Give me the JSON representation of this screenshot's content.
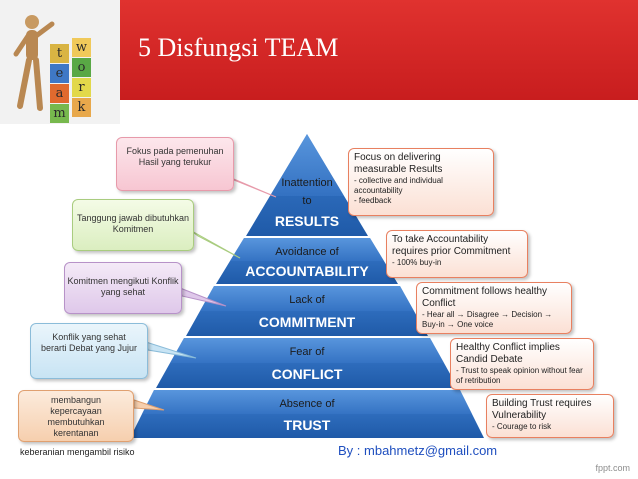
{
  "slide": {
    "title": "5 Disfungsi TEAM",
    "author": "By : mbahmetz@gmail.com",
    "watermark": "fppt.com",
    "bottom_note": "keberanian mengambil risiko"
  },
  "logo_blocks": [
    {
      "letter": "t",
      "color": "#d9b443"
    },
    {
      "letter": "w",
      "color": "#f0c95a"
    },
    {
      "letter": "e",
      "color": "#3f78c6"
    },
    {
      "letter": "o",
      "color": "#59a845"
    },
    {
      "letter": "a",
      "color": "#e06a2e"
    },
    {
      "letter": "r",
      "color": "#e2d84a"
    },
    {
      "letter": "m",
      "color": "#77b84d"
    },
    {
      "letter": "k",
      "color": "#e8a84b"
    }
  ],
  "pyramid": {
    "levels": [
      {
        "top": "Inattention",
        "mid": "to",
        "bottom": "RESULTS"
      },
      {
        "top": "Avoidance of",
        "bottom": "ACCOUNTABILITY"
      },
      {
        "top": "Lack of",
        "bottom": "COMMITMENT"
      },
      {
        "top": "Fear of",
        "bottom": "CONFLICT"
      },
      {
        "top": "Absence of",
        "bottom": "TRUST"
      }
    ]
  },
  "callouts_left": [
    {
      "text": "Fokus pada pemenuhan Hasil yang terukur"
    },
    {
      "text": "Tanggung jawab dibutuhkan Komitmen"
    },
    {
      "text": "Komitmen mengikuti Konflik yang sehat"
    },
    {
      "text": "Konflik yang sehat berarti Debat yang Jujur"
    },
    {
      "text": "membangun kepercayaan membutuhkan kerentanan"
    }
  ],
  "boxes_right": [
    {
      "head": "Focus on  delivering measurable Results",
      "body": [
        "- collective and individual accountability",
        "- feedback"
      ]
    },
    {
      "head": "To take Accountability requires prior Commitment",
      "body": [
        "- 100% buy-in"
      ]
    },
    {
      "head": "Commitment follows healthy Conflict",
      "body": [
        "- Hear all  → Disagree → Decision →",
        "Buy-in  → One voice"
      ]
    },
    {
      "head": "Healthy Conflict implies Candid Debate",
      "body": [
        "- Trust to speak opinion without fear of retribution"
      ]
    },
    {
      "head": "Building Trust requires Vulnerability",
      "body": [
        "- Courage to risk"
      ]
    }
  ]
}
